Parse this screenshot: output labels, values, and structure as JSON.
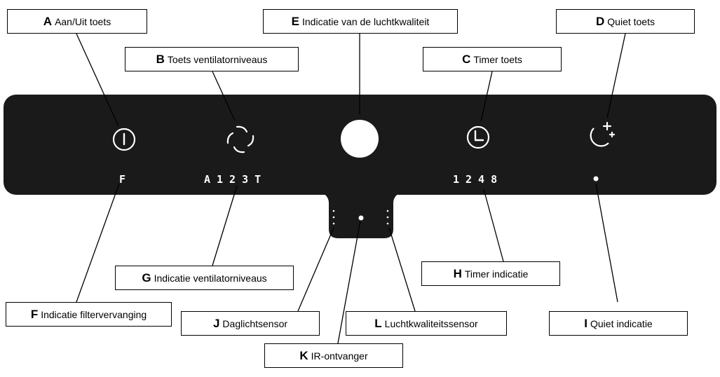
{
  "callouts": {
    "A": {
      "letter": "A",
      "text": "Aan/Uit toets"
    },
    "B": {
      "letter": "B",
      "text": "Toets ventilatorniveaus"
    },
    "C": {
      "letter": "C",
      "text": "Timer toets"
    },
    "D": {
      "letter": "D",
      "text": "Quiet toets"
    },
    "E": {
      "letter": "E",
      "text": "Indicatie van de luchtkwaliteit"
    },
    "F": {
      "letter": "F",
      "text": "Indicatie filtervervanging"
    },
    "G": {
      "letter": "G",
      "text": "Indicatie ventilatorniveaus"
    },
    "H": {
      "letter": "H",
      "text": "Timer indicatie"
    },
    "I": {
      "letter": "I",
      "text": "Quiet indicatie"
    },
    "J": {
      "letter": "J",
      "text": "Daglichtsensor"
    },
    "K": {
      "letter": "K",
      "text": "IR-ontvanger"
    },
    "L": {
      "letter": "L",
      "text": "Luchtkwaliteitssensor"
    }
  },
  "panel": {
    "filter_indicator": "F",
    "fan_levels": "A123T",
    "timer_levels": "1248"
  },
  "colors": {
    "panel": "#1a1a1a",
    "foreground": "#ffffff"
  }
}
